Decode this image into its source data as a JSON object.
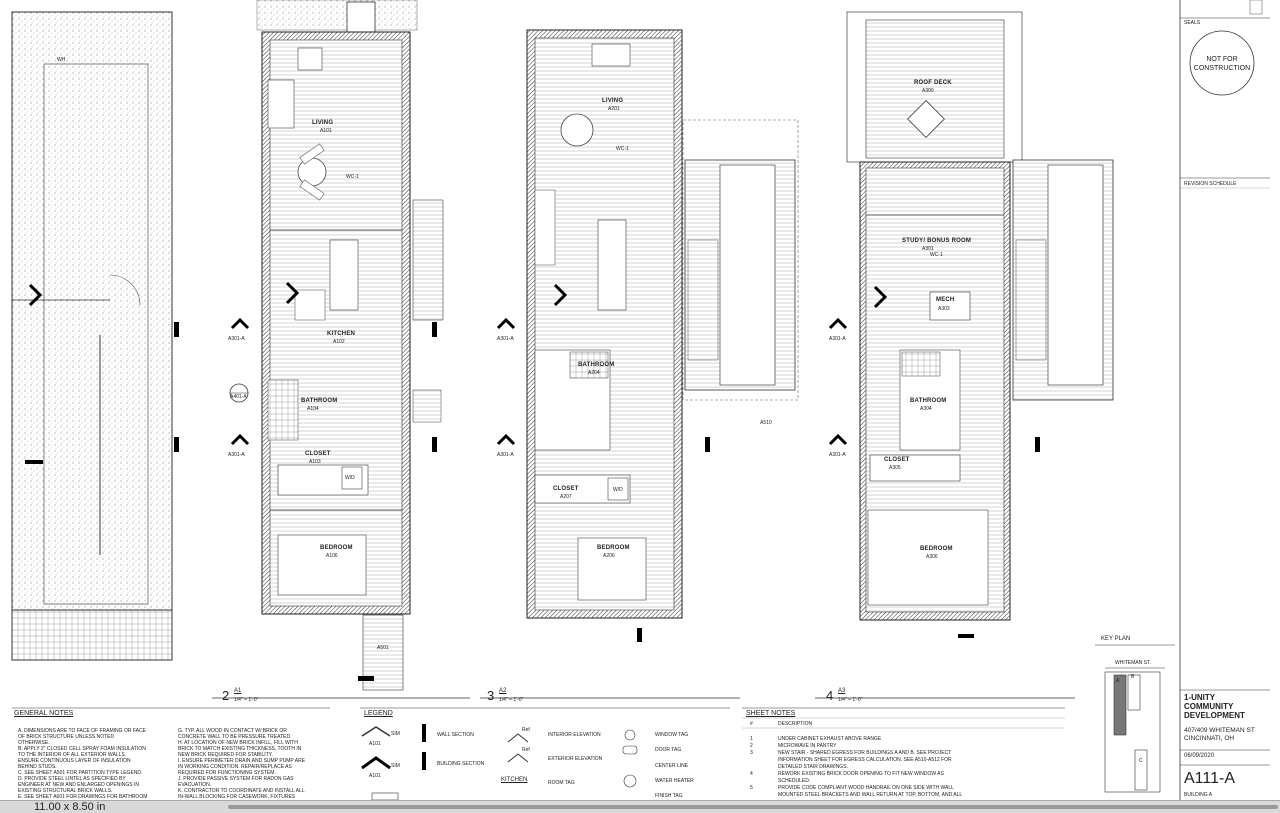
{
  "plans": [
    {
      "number": "2",
      "tag": "A1",
      "scale": "1/4\" = 1'-0\""
    },
    {
      "number": "3",
      "tag": "A2",
      "scale": "1/4\" = 1'-0\""
    },
    {
      "number": "4",
      "tag": "A3",
      "scale": "1/4\" = 1'-0\""
    }
  ],
  "rooms": {
    "living_1": "LIVING",
    "living_1_tag": "A101",
    "kitchen_1": "KITCHEN",
    "kitchen_1_tag": "A102",
    "bathroom_1": "BATHROOM",
    "bathroom_1_tag": "A104",
    "closet_1": "CLOSET",
    "closet_1_tag": "A103",
    "bedroom_1": "BEDROOM",
    "bedroom_1_tag": "A106",
    "living_2": "LIVING",
    "living_2_tag": "A201",
    "bathroom_2": "BATHROOM",
    "bathroom_2_tag": "A204",
    "closet_2": "CLOSET",
    "closet_2_tag": "A207",
    "bedroom_2": "BEDROOM",
    "bedroom_2_tag": "A206",
    "roof_deck": "ROOF DECK",
    "roof_deck_tag": "A300",
    "study": "STUDY/ BONUS ROOM",
    "study_tag": "A301",
    "mech": "MECH",
    "mech_tag": "A303",
    "bathroom_3": "BATHROOM",
    "bathroom_3_tag": "A304",
    "closet_3": "CLOSET",
    "closet_3_tag": "A305",
    "bedroom_3": "BEDROOM",
    "bedroom_3_tag": "A306"
  },
  "tags": {
    "wc1": "WC-1",
    "wd": "W/D",
    "wh": "WH",
    "a301a": "A301-A",
    "a401a": "A401-A",
    "a510": "A510",
    "a501": "A501"
  },
  "general_notes": {
    "title": "GENERAL NOTES",
    "left": [
      "A.   DIMENSIONS ARE TO FACE OF FRAMING OR FACE",
      "      OF BRICK STRUCTURE UNLESS NOTED",
      "      OTHERWISE.",
      "B.   APPLY 2\" CLOSED CELL SPRAY FOAM INSULATION",
      "      TO THE INTERIOR OF ALL EXTERIOR WALLS.",
      "      ENSURE CONTINUOUS LAYER OF INSULATION",
      "      BEHIND STUDS.",
      "C.   SEE SHEET A501 FOR PARTITION TYPE LEGEND.",
      "D.   PROVIDE STEEL LINTEL AS SPECIFIED BY",
      "      ENGINEER AT NEW AND ENLARGED OPENINGS IN",
      "      EXISTING STRUCTURAL BRICK WALLS.",
      "E.   SEE SHEET A601 FOR DRAWINGS FOR BATHROOM"
    ],
    "right": [
      "G.   TYP. ALL WOOD IN CONTACT W/ BRICK OR",
      "      CONCRETE WALL TO BE PRESSURE TREATED.",
      "H.   AT LOCATION OF NEW BRICK INFILL, FILL WITH",
      "      BRICK TO MATCH EXISTING THICKNESS, TOOTH IN",
      "      NEW BRICK REQUIRED FOR STABILITY.",
      "I.    ENSURE PERIMETER DRAIN AND SUMP PUMP ARE",
      "      IN WORKING CONDITION. REPAIR/REPLACE AS",
      "      REQUIRED FOR FUNCTIONING SYSTEM.",
      "J.    PROVIDE PASSIVE SYSTEM FOR RADON GAS",
      "      EVACUATION.",
      "K.   CONTRACTOR TO COORDINATE AND INSTALL ALL",
      "      IN-WALL BLOCKING FOR CASEWORK, FIXTURES"
    ]
  },
  "legend": {
    "title": "LEGEND",
    "wall_section": "WALL SECTION",
    "building_section": "BUILDING SECTION",
    "interior_elevation": "INTERIOR ELEVATION",
    "exterior_elevation": "EXTERIOR ELEVATION",
    "room_tag": "ROOM TAG",
    "room_tag_sample": "KITCHEN",
    "window_tag": "WINDOW TAG",
    "door_tag": "DOOR TAG",
    "center_line": "CENTER LINE",
    "water_heater": "WATER HEATER",
    "finish_tag": "FINISH TAG",
    "sim": "SIM",
    "a101": "A101",
    "ref": "Ref"
  },
  "sheet_notes": {
    "title": "SHEET NOTES",
    "header_num": "#",
    "header_desc": "DESCRIPTION",
    "items": [
      {
        "num": "1",
        "text": "UNDER CABINET EXHAUST ABOVE RANGE"
      },
      {
        "num": "2",
        "text": "MICROWAVE IN PANTRY"
      },
      {
        "num": "3",
        "text": "NEW STAIR - SHARED EGRESS FOR BUILDINGS A AND B. SEE PROJECT"
      },
      {
        "num": "",
        "text": "INFORMATION SHEET FOR EGRESS CALCULATION. SEE A510-A512 FOR"
      },
      {
        "num": "",
        "text": "DETAILED STAIR DRAWINGS."
      },
      {
        "num": "4",
        "text": "REWORK EXISTING BRICK DOOR OPENING TO FIT NEW WINDOW AS"
      },
      {
        "num": "",
        "text": "SCHEDULED."
      },
      {
        "num": "5",
        "text": "PROVIDE CODE COMPLIANT WOOD HANDRAIL ON ONE SIDE WITH WALL"
      },
      {
        "num": "",
        "text": "MOUNTED STEEL BRACKETS AND WALL RETURN AT TOP, BOTTOM, AND ALL"
      }
    ]
  },
  "key_plan": {
    "title": "KEY PLAN",
    "street": "WHITEMAN ST.",
    "a": "A",
    "b": "B",
    "c": "C"
  },
  "title_block": {
    "seals": "SEALS",
    "stamp": "NOT FOR CONSTRUCTION",
    "revision": "REVISION SCHEDULE",
    "company": "1-UNITY COMMUNITY DEVELOPMENT",
    "address": "407/409 WHITEMAN ST CINCINNATI, OH",
    "date": "06/09/2020",
    "sheet": "A111-A",
    "building": "BUILDING A"
  },
  "viewer": {
    "page_size": "11.00 x 8.50 in"
  }
}
